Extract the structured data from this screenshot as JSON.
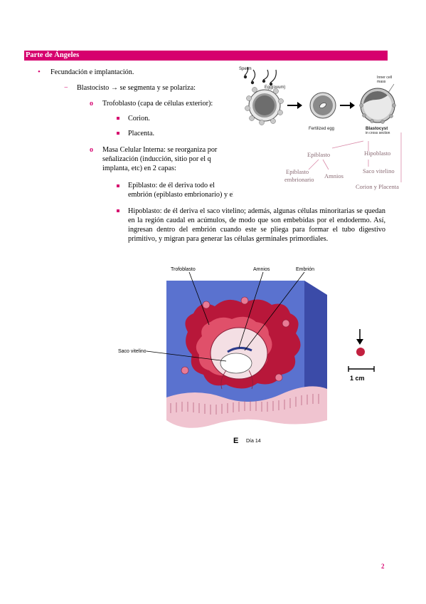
{
  "section": {
    "title": "Parte de Ángeles"
  },
  "body": {
    "l1": "Fecundación e implantación.",
    "l2": "Blastocisto → se segmenta y se polariza:",
    "trofo": "Trofoblasto (capa de células exterior):",
    "corion": "Corion.",
    "placenta": "Placenta.",
    "mci_1": "Masa Celular Interna: se reorganiza por",
    "mci_2": "señalización (inducción, sitio por el q",
    "mci_3": "implanta, etc) en 2 capas:",
    "epi_1": "Epiblasto: de él deriva todo el",
    "epi_2": "embrión (epiblasto embrionario) y el amnios",
    "hipo": "Hipoblasto: de él deriva el saco vitelino; además, algunas células minoritarias se quedan en la región caudal en acúmulos, de modo que son embebidas por el endodermo. Así, ingresan dentro del embrión cuando este se pliega para formar el tubo digestivo primitivo, y migran para generar las células germinales primordiales."
  },
  "figure1": {
    "sperm": "Sperm",
    "egg": "Egg(ovum)",
    "fertilized": "Fertilized egg",
    "icm_1": "Inner cell",
    "icm_2": "mass",
    "blasto": "Blastocyst",
    "cross": "in cross section",
    "epiblasto": "Epiblasto",
    "hipoblasto": "Hipoblasto",
    "epi_emb_1": "Epiblasto",
    "epi_emb_2": "embrionario",
    "amnios": "Amnios",
    "saco": "Saco vitelino",
    "corion_placenta": "Corion y Placenta"
  },
  "figure2": {
    "trofoblasto": "Trofoblasto",
    "amnios": "Amnios",
    "embrion": "Embrión",
    "saco": "Saco vitelino",
    "scale": "1 cm",
    "letter": "E",
    "dia": "Día 14"
  },
  "footer": {
    "page_number": "2"
  }
}
